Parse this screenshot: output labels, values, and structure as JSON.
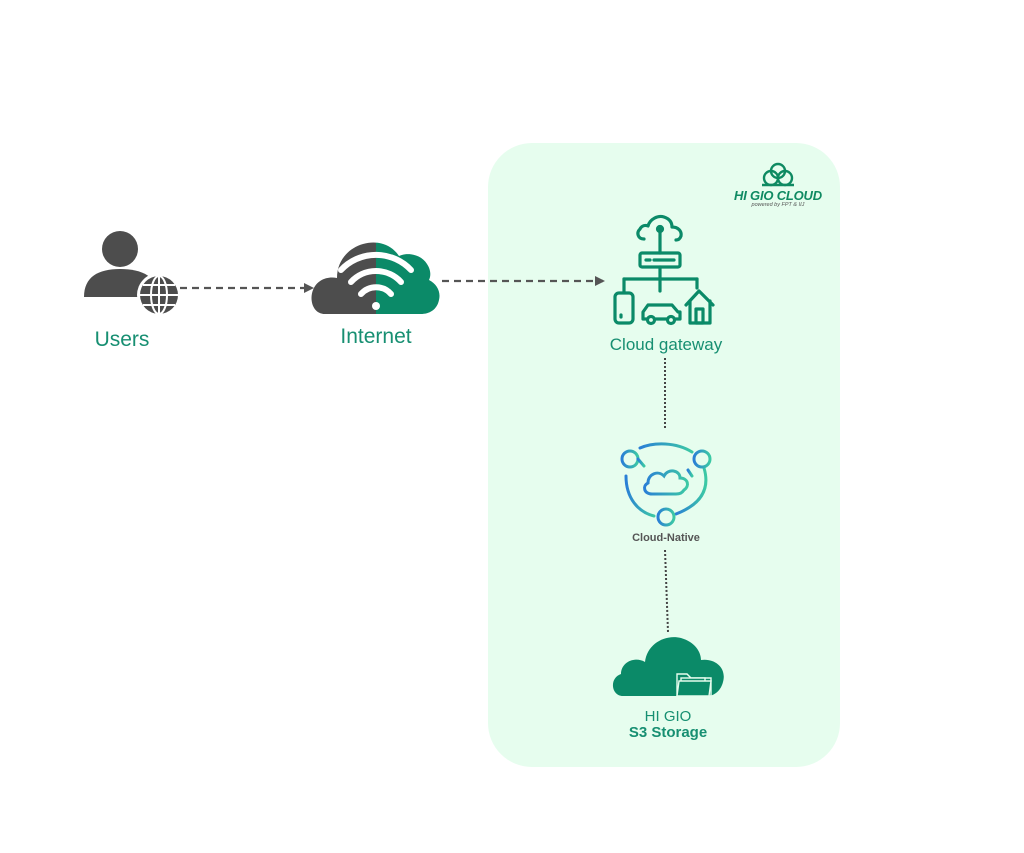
{
  "diagram": {
    "title": "HI GIO S3 Storage architecture",
    "colors": {
      "primary_green": "#0b8a68",
      "label_green": "#178f72",
      "dark_gray": "#4d4d4d",
      "panel_bg": "#e6fdee",
      "arrow_gray": "#555555",
      "native_gradient_start": "#2a7fd6",
      "native_gradient_end": "#3cc9a4"
    },
    "brand": {
      "name": "HI GIO CLOUD",
      "tagline": "powered by FPT & IIJ",
      "icon": "cloud-logo-icon"
    },
    "nodes": [
      {
        "id": "users",
        "label": "Users",
        "icon": "user-globe-icon"
      },
      {
        "id": "internet",
        "label": "Internet",
        "icon": "wifi-cloud-icon"
      },
      {
        "id": "gateway",
        "label": "Cloud gateway",
        "icon": "cloud-gateway-icon"
      },
      {
        "id": "native",
        "label": "Cloud-Native",
        "icon": "cloud-native-icon"
      },
      {
        "id": "s3",
        "label_line1": "HI GIO",
        "label_line2": "S3 Storage",
        "icon": "cloud-folder-icon"
      }
    ],
    "edges": [
      {
        "from": "users",
        "to": "internet",
        "style": "dashed",
        "arrow": true
      },
      {
        "from": "internet",
        "to": "gateway",
        "style": "dashed",
        "arrow": true
      },
      {
        "from": "gateway",
        "to": "native",
        "style": "dotted",
        "arrow": false
      },
      {
        "from": "native",
        "to": "s3",
        "style": "dotted",
        "arrow": false
      }
    ]
  }
}
